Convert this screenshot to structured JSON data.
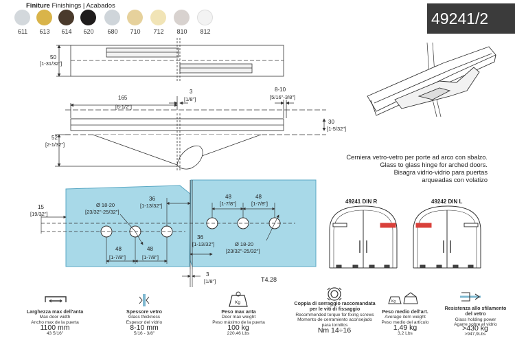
{
  "finishings": {
    "title_bold": "Finiture",
    "title_rest": " Finishings | Acabados",
    "swatches": [
      {
        "code": "611",
        "color": "#d3d8dc"
      },
      {
        "code": "613",
        "color": "#d9b44a"
      },
      {
        "code": "614",
        "color": "#4a3a2c"
      },
      {
        "code": "620",
        "color": "#1f1c1c"
      },
      {
        "code": "680",
        "color": "#cfd5da"
      },
      {
        "code": "710",
        "color": "#e6d19c"
      },
      {
        "code": "712",
        "color": "#f1e4b6"
      },
      {
        "code": "810",
        "color": "#d8d2cf"
      },
      {
        "code": "812",
        "color": "#f3f3f3"
      }
    ]
  },
  "product_code": "49241/2",
  "description_lines": [
    "Cerniera vetro-vetro per porte ad arco con sbalzo.",
    "Glass to glass hinge for arched doors.",
    "Bisagra vidrio-vidrio para puertas",
    "arqueadas con volatizo"
  ],
  "dimensions": {
    "top_height": "50",
    "top_height_in": "[1-31/32\"]",
    "width_165": "165",
    "width_165_in": "[6-1/2\"]",
    "gap_3": "3",
    "gap_3_in": "[1/8\"]",
    "glass_8_10": "8-10",
    "glass_8_10_in": "[5/16\"-3/8\"]",
    "thick_30": "30",
    "thick_30_in": "[1-5/32\"]",
    "height_52": "52",
    "height_52_in": "[2-1/32\"]",
    "dist_15": "15",
    "dist_15_in": "[19/32\"]",
    "hole_dia": "Ø 18-20",
    "hole_dia_in": "[23/32\"-25/32\"]",
    "dist_36": "36",
    "dist_36_in": "[1-13/32\"]",
    "dist_48": "48",
    "dist_48_in": "[1-7/8\"]",
    "gap_bottom": "3",
    "gap_bottom_in": "[1/8\"]",
    "cutout_ref": "T4.28"
  },
  "door_labels": {
    "left": "49241 DIN R",
    "right": "49242 DIN L"
  },
  "specs": [
    {
      "icon": "door-width-icon",
      "l1": "Larghezza max dell'anta",
      "l2": "Max door width",
      "l3": "Ancho max de la puerta",
      "value": "1100 mm",
      "sub": "43 5/16\""
    },
    {
      "icon": "glass-thickness-icon",
      "l1": "Spessore vetro",
      "l2": "Glass thickness",
      "l3": "Espesor del vidrio",
      "value": "8-10 mm",
      "sub": "5/16 - 3/8\""
    },
    {
      "icon": "weight-icon",
      "l1": "Peso max anta",
      "l2": "Door max weight",
      "l3": "Peso máximo de la puerta",
      "value": "100 kg",
      "sub": "220,46 Lbs"
    },
    {
      "icon": "torque-icon",
      "l1": "Coppia di serraggio raccomandata",
      "l2": "per le viti di fissaggio",
      "l3": "Recommended torque for fixing screws",
      "l4": "Momento de cerramiento aconsejado",
      "l5": "para tornillos",
      "value": "Nm 14÷16",
      "sub": ""
    },
    {
      "icon": "item-weight-icon",
      "l1": "Peso medio dell'art.",
      "l2": "Average item weight",
      "l3": "Peso medio del artículo",
      "value": "1,49 kg",
      "sub": "3,2 Lbs"
    },
    {
      "icon": "glass-holding-icon",
      "l1": "Resistenza allo sfilamento",
      "l2": "del vetro",
      "l3": "Glass holding power",
      "l4": "Agarre sobre el vidrio",
      "value": ">430 kg",
      "sub": ">947,9Lbs"
    }
  ],
  "spec_badges": {
    "kg": "Kg"
  }
}
